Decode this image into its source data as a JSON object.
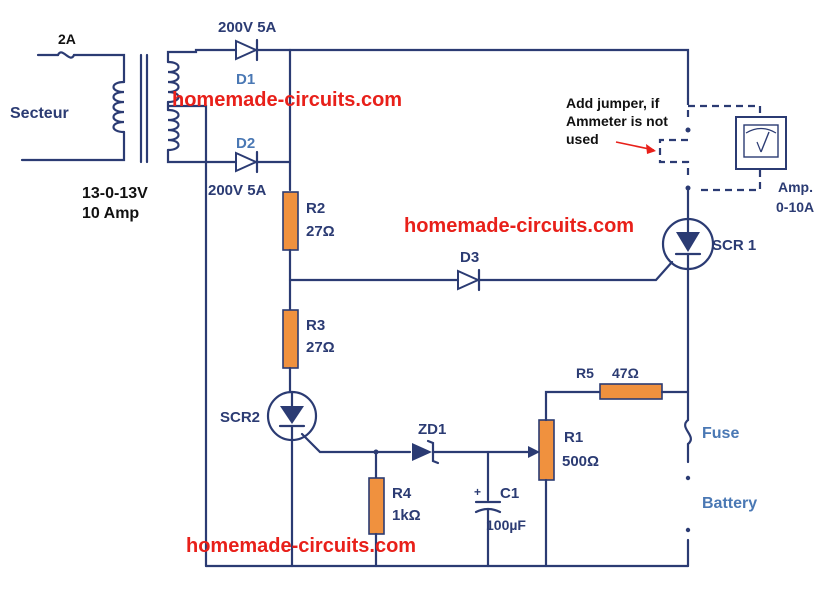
{
  "labels": {
    "fuse_2a": "2A",
    "mains": "Secteur",
    "transformer_voltage": "13-0-13V",
    "transformer_current": "10 Amp",
    "d1_rating": "200V 5A",
    "d1": "D1",
    "d2": "D2",
    "d2_rating": "200V 5A",
    "r2": "R2",
    "r2_value": "27Ω",
    "r3": "R3",
    "r3_value": "27Ω",
    "d3": "D3",
    "scr1": "SCR 1",
    "scr2": "SCR2",
    "zd1": "ZD1",
    "r4": "R4",
    "r4_value": "1kΩ",
    "c1": "C1",
    "c1_value": "100µF",
    "r1": "R1",
    "r1_value": "500Ω",
    "r5": "R5",
    "r5_value": "47Ω",
    "fuse": "Fuse",
    "battery": "Battery",
    "ammeter": "Amp.",
    "ammeter_range": "0-10A",
    "note_line1": "Add jumper, if",
    "note_line2": "Ammeter is not",
    "note_line3": "used"
  },
  "watermark": "homemade-circuits.com",
  "colors": {
    "wire": "#2b3b73",
    "resistor": "#f0913e",
    "watermark": "#e8201a",
    "label_blue": "#4a78b4"
  }
}
